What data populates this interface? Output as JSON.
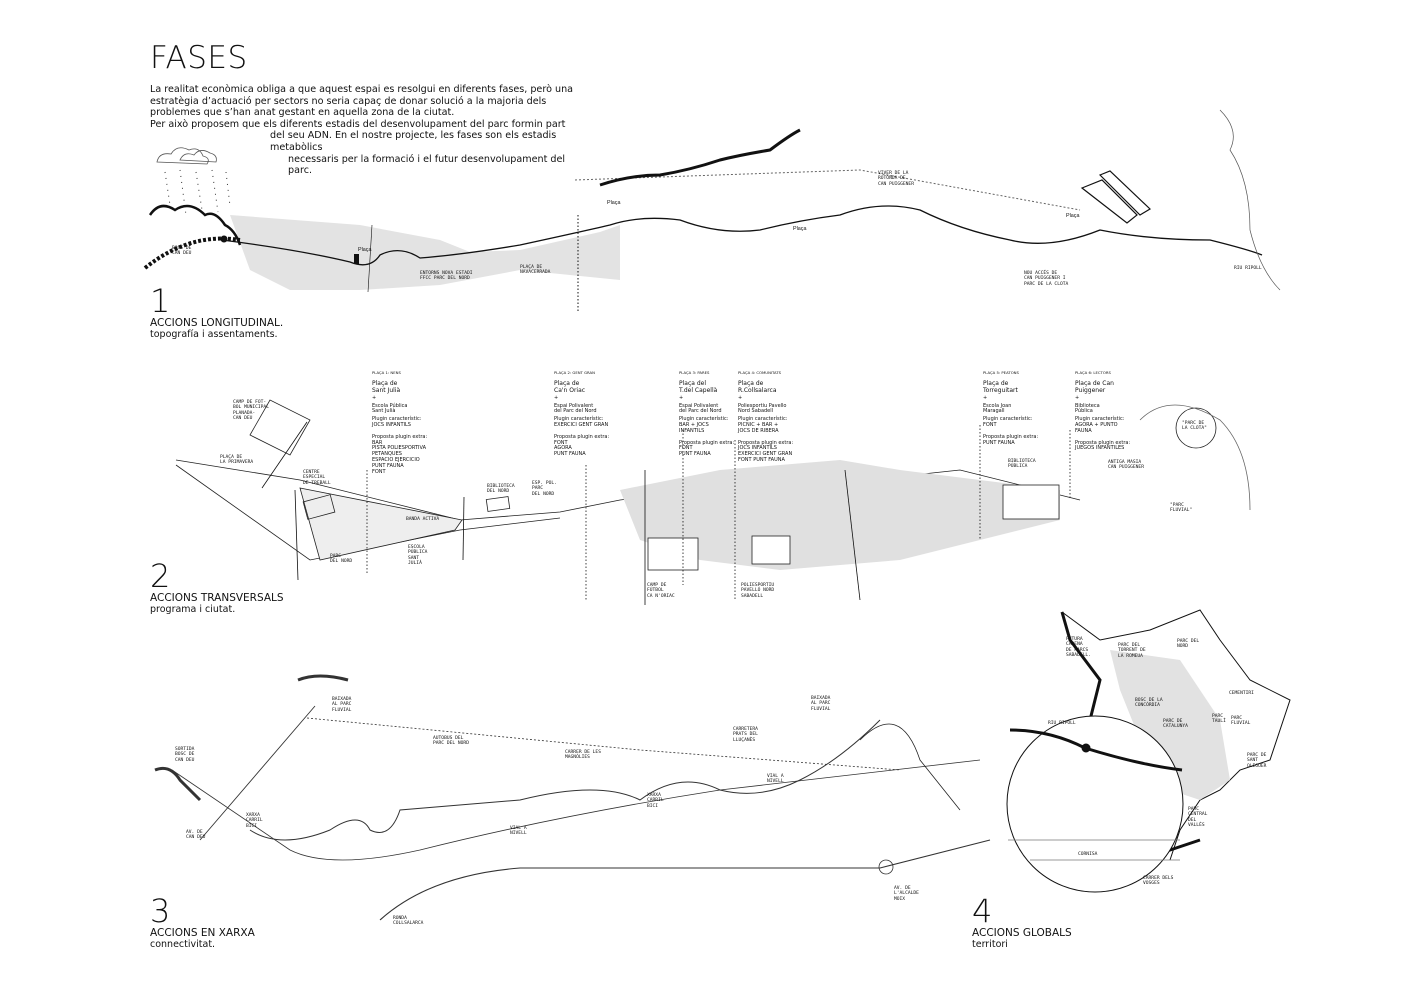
{
  "title": "FASES",
  "intro": {
    "p1": "La realitat econòmica obliga a que aquest espai es resolgui en diferents fases, però una estratègia d’actuació per sectors no seria capaç de donar solució a la majoria dels problemes que s’han anat gestant en aquella zona de la ciutat.",
    "p2": "Per això proposem que els diferents estadis del desenvolupament del parc formin part",
    "p3": "del seu ADN. En el nostre projecte, les fases son els estadis metabòlics",
    "p4": "necessaris per la formació i el   futur desenvolupament del parc."
  },
  "phases": [
    {
      "number": "1",
      "title": "ACCIONS LONGITUDINAL.",
      "subtitle": "topografía i assentaments."
    },
    {
      "number": "2",
      "title": "ACCIONS TRANSVERSALS",
      "subtitle": "programa i ciutat."
    },
    {
      "number": "3",
      "title": "ACCIONS EN XARXA",
      "subtitle": "connectivitat."
    },
    {
      "number": "4",
      "title": "ACCIONS GLOBALS",
      "subtitle": "territori"
    }
  ],
  "phase1_labels": {
    "bosc": "BOSC DE\nCAN DEU",
    "placa_a": "Plaça",
    "placa_b": "Plaça",
    "placa_c": "Plaça",
    "placa_d": "Plaça",
    "entorns": "ENTORNS NOVA ESTADI\nFFCC PARC DEL NORD",
    "navacerrada": "PLAÇA DE\nNAVACERRADA",
    "viver": "VIVER DE LA\nROTONDA DE\nCAN PUIGGENER",
    "nou_acces": "NOU ACCÉS DE\nCAN PUIGGENER I\nPARC DE LA CLOTA",
    "riu_ripoll": "RIU RIPOLL"
  },
  "plazas": [
    {
      "header": "PLAÇA 1: NENS",
      "name": "Plaça de\nSant Julià",
      "facility": "Escola Pública\nSant Julià",
      "plugin": "Plugin característic:\nJOCS INFANTILS",
      "proposal": "Proposta plugin extra:\nBAR\nPISTA POLIESPORTIVA\nPETANQUES\nESPACIO EJERCICIO\nPUNT FAUNA\nFONT"
    },
    {
      "header": "PLAÇA 2: GENT GRAN",
      "name": "Plaça de\nCa'n Oriac",
      "facility": "Espai Polivalent\ndel Parc del Nord",
      "plugin": "Plugin característic:\nEXERCICI GENT GRAN",
      "proposal": "Proposta plugin extra:\nFONT\nAGORA\nPUNT FAUNA"
    },
    {
      "header": "PLAÇA 3: PARES",
      "name": "Plaça del\nT.del Capellà",
      "facility": "Espai Polivalent\ndel Parc del Nord",
      "plugin": "Plugin característic:\nBAR + JOCS\nINFANTILS",
      "proposal": "Proposta plugin extra:\nFONT\nPUNT FAUNA"
    },
    {
      "header": "PLAÇA 4: COMUNITATS",
      "name": "Plaça de\nR.Collsalarca",
      "facility": "Poliesportiu Pavello\nNord Sabadell",
      "plugin": "Plugin característic:\nPICNIC + BAR +\nJOCS DE RIBERA",
      "proposal": "Proposta plugin extra:\nJOCS INFANTILS\nEXERCICI GENT GRAN\nFONT PUNT FAUNA"
    },
    {
      "header": "PLAÇA 5: PEATONS",
      "name": "Plaça de\nTorreguitart",
      "facility": "Escola Joan\nMaragall",
      "plugin": "Plugin característic:\nFONT",
      "proposal": "Proposta plugin extra:\nPUNT FAUNA"
    },
    {
      "header": "PLAÇA 6: LECTORS",
      "name": "Plaça de Can\nPuiggener",
      "facility": "Biblioteca\nPública",
      "plugin": "Plugin característic:\nAGORA + PUNTO\nFAUNA",
      "proposal": "Proposta plugin extra:\nJUEGOS INFANTILES"
    }
  ],
  "plaza_plus": "+",
  "phase2_labels": {
    "camp_futbol": "CAMP DE FOT-\nBOL MUNICIPAL\nPLANADA-\nCAN DEU",
    "primavera": "PLAÇA DE\nLA PRIMAVERA",
    "centre": "CENTRE\nESPECIAL\nDE TREBALL",
    "biblioteca_nord": "BIBLIOTECA\nDEL NORD",
    "banda": "BANDA ACTIVA",
    "parc_nord": "PARC\nDEL NORD",
    "escola": "ESCOLA\nPÚBLICA\nSANT\nJULIÀ",
    "esp_pol": "ESP. POL.\nPARC\nDEL NORD",
    "camp_oriac": "CAMP DE\nFÚTBOL\nCA N'ORIAC",
    "poliesportiu": "POLIESPORTIU\nPAVELLÓ NORD\nSABADELL",
    "biblioteca_publica": "BIBLIOTECA\nPÚBLICA",
    "antiga_masia": "ANTIGA MASIA\nCAN PUIGGENER",
    "parc_clota": "\"PARC DE\nLA CLOTA\"",
    "parc_fluvial": "\"PARC\nFLUVIAL\""
  },
  "phase3_labels": {
    "baixada_1": "BAIXADA\nAL PARC\nFLUVIAL",
    "autobus": "AUTOBUS DEL\nPARC DEL NORD",
    "magnolies": "CARRER DE LES\nMAGNÒLIES",
    "sortida": "SORTIDA\nBOSC DE\nCAN DEU",
    "xarxa_1": "XARXA\nCARRIL\nBICI",
    "av_can_deu": "AV. DE\nCAN DEU",
    "ronda": "RONDA\nCOLLSALARCA",
    "vial_1": "VIAL A\nNIVELL",
    "carretera": "CARRETERA\nPRATS DEL\nLLUÇANÈS",
    "baixada_2": "BAIXADA\nAL PARC\nFLUVIAL",
    "xarxa_2": "XARXA\nCARRIL\nBICI",
    "vial_2": "VIAL A\nNIVELL",
    "av_moix": "AV. DE\nL'ALCALDE\nMOIX"
  },
  "phase4_labels": {
    "futura": "FUTURA\nCADENA\nDE PARCS\nSabadell.",
    "torrent": "PARC DEL\nTORRENT DE\nLA ROMEUA",
    "parc_nord": "PARC DEL\nNORD",
    "cementiri": "CEMENTIRI",
    "concordia": "BOSC DE LA\nCONCÒRDIA",
    "tauli": "PARC\nTAULÍ",
    "fluvial": "PARC\nFLUVIAL",
    "catalunya": "PARC DE\nCATALUNYA",
    "riu_ripoll": "RIU RIPOLL",
    "sant_oleguer": "PARC DE\nSANT\nOLEGUER",
    "central": "PARC\nCENTRAL\nDEL\nVALLÈS",
    "cornisa": "CORNISA",
    "vosges": "CARRER DELS\nVOSGES"
  },
  "colors": {
    "ink": "#111111",
    "grey_fill": "#d9d9d9",
    "line_grey": "#b5b5b5"
  }
}
